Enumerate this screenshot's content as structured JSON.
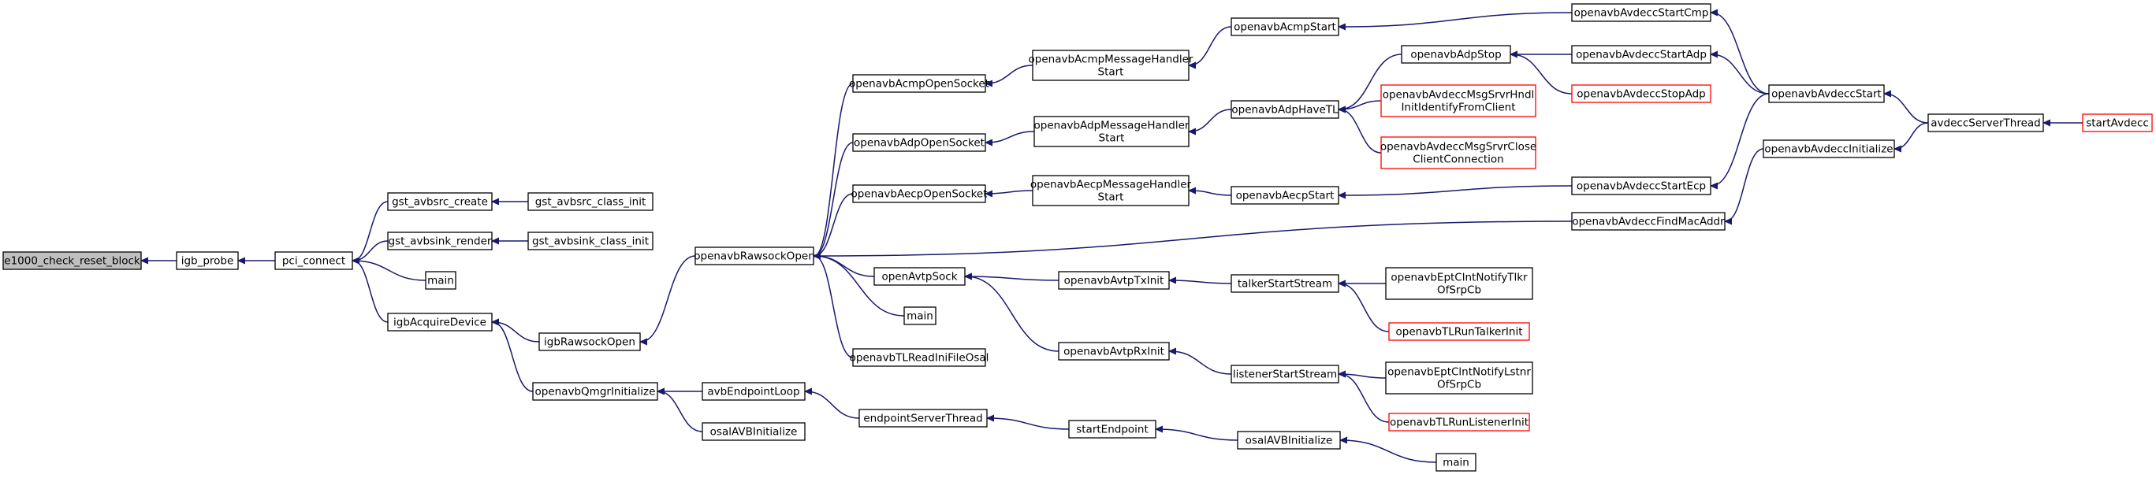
{
  "diagram": {
    "colors": {
      "edge": "#191970",
      "default_border": "#000000",
      "truncated_border": "#ff0000",
      "root_fill": "#bfbfbf"
    },
    "nodes": [
      {
        "id": "e1000_check_reset_block",
        "lines": [
          "e1000_check_reset_block"
        ],
        "style": "root"
      },
      {
        "id": "igb_probe",
        "lines": [
          "igb_probe"
        ]
      },
      {
        "id": "pci_connect",
        "lines": [
          "pci_connect"
        ]
      },
      {
        "id": "gst_avbsrc_create",
        "lines": [
          "gst_avbsrc_create"
        ]
      },
      {
        "id": "gst_avbsink_render",
        "lines": [
          "gst_avbsink_render"
        ]
      },
      {
        "id": "main_1",
        "lines": [
          "main"
        ]
      },
      {
        "id": "igbAcquireDevice",
        "lines": [
          "igbAcquireDevice"
        ]
      },
      {
        "id": "gst_avbsrc_class_init",
        "lines": [
          "gst_avbsrc_class_init"
        ]
      },
      {
        "id": "gst_avbsink_class_init",
        "lines": [
          "gst_avbsink_class_init"
        ]
      },
      {
        "id": "igbRawsockOpen",
        "lines": [
          "igbRawsockOpen"
        ]
      },
      {
        "id": "openavbQmgrInitialize",
        "lines": [
          "openavbQmgrInitialize"
        ]
      },
      {
        "id": "openavbRawsockOpen",
        "lines": [
          "openavbRawsockOpen"
        ]
      },
      {
        "id": "avbEndpointLoop",
        "lines": [
          "avbEndpointLoop"
        ]
      },
      {
        "id": "osalAVBInitialize_1",
        "lines": [
          "osalAVBInitialize"
        ]
      },
      {
        "id": "openavbAcmpOpenSocket",
        "lines": [
          "openavbAcmpOpenSocket"
        ]
      },
      {
        "id": "openavbAdpOpenSocket",
        "lines": [
          "openavbAdpOpenSocket"
        ]
      },
      {
        "id": "openavbAecpOpenSocket",
        "lines": [
          "openavbAecpOpenSocket"
        ]
      },
      {
        "id": "openAvtpSock",
        "lines": [
          "openAvtpSock"
        ]
      },
      {
        "id": "main_2",
        "lines": [
          "main"
        ]
      },
      {
        "id": "openavbTLReadIniFileOsal",
        "lines": [
          "openavbTLReadIniFileOsal"
        ]
      },
      {
        "id": "endpointServerThread",
        "lines": [
          "endpointServerThread"
        ]
      },
      {
        "id": "openavbAcmpMessageHandlerStart",
        "lines": [
          "openavbAcmpMessageHandler",
          "Start"
        ]
      },
      {
        "id": "openavbAdpMessageHandlerStart",
        "lines": [
          "openavbAdpMessageHandler",
          "Start"
        ]
      },
      {
        "id": "openavbAecpMessageHandlerStart",
        "lines": [
          "openavbAecpMessageHandler",
          "Start"
        ]
      },
      {
        "id": "openavbAvtpTxInit",
        "lines": [
          "openavbAvtpTxInit"
        ]
      },
      {
        "id": "openavbAvtpRxInit",
        "lines": [
          "openavbAvtpRxInit"
        ]
      },
      {
        "id": "startEndpoint",
        "lines": [
          "startEndpoint"
        ]
      },
      {
        "id": "openavbAcmpStart",
        "lines": [
          "openavbAcmpStart"
        ]
      },
      {
        "id": "openavbAdpHaveTL",
        "lines": [
          "openavbAdpHaveTL"
        ]
      },
      {
        "id": "openavbAecpStart",
        "lines": [
          "openavbAecpStart"
        ]
      },
      {
        "id": "talkerStartStream",
        "lines": [
          "talkerStartStream"
        ]
      },
      {
        "id": "listenerStartStream",
        "lines": [
          "listenerStartStream"
        ]
      },
      {
        "id": "osalAVBInitialize_2",
        "lines": [
          "osalAVBInitialize"
        ]
      },
      {
        "id": "openavbAdpStop",
        "lines": [
          "openavbAdpStop"
        ]
      },
      {
        "id": "openavbAvdeccMsgSrvrHndlInitIdentifyFromClient",
        "lines": [
          "openavbAvdeccMsgSrvrHndl",
          "InitIdentifyFromClient"
        ],
        "style": "red"
      },
      {
        "id": "openavbAvdeccMsgSrvrCloseClientConnection",
        "lines": [
          "openavbAvdeccMsgSrvrClose",
          "ClientConnection"
        ],
        "style": "red"
      },
      {
        "id": "openavbEptClntNotifyTlkrOfSrpCb",
        "lines": [
          "openavbEptClntNotifyTlkr",
          "OfSrpCb"
        ]
      },
      {
        "id": "openavbTLRunTalkerInit",
        "lines": [
          "openavbTLRunTalkerInit"
        ],
        "style": "red"
      },
      {
        "id": "openavbEptClntNotifyLstnrOfSrpCb",
        "lines": [
          "openavbEptClntNotifyLstnr",
          "OfSrpCb"
        ]
      },
      {
        "id": "openavbTLRunListenerInit",
        "lines": [
          "openavbTLRunListenerInit"
        ],
        "style": "red"
      },
      {
        "id": "main_3",
        "lines": [
          "main"
        ]
      },
      {
        "id": "openavbAvdeccStartCmp",
        "lines": [
          "openavbAvdeccStartCmp"
        ]
      },
      {
        "id": "openavbAvdeccStartAdp",
        "lines": [
          "openavbAvdeccStartAdp"
        ]
      },
      {
        "id": "openavbAvdeccStopAdp",
        "lines": [
          "openavbAvdeccStopAdp"
        ],
        "style": "red"
      },
      {
        "id": "openavbAvdeccStartEcp",
        "lines": [
          "openavbAvdeccStartEcp"
        ]
      },
      {
        "id": "openavbAvdeccFindMacAddr",
        "lines": [
          "openavbAvdeccFindMacAddr"
        ]
      },
      {
        "id": "openavbAvdeccStart",
        "lines": [
          "openavbAvdeccStart"
        ]
      },
      {
        "id": "openavbAvdeccInitialize",
        "lines": [
          "openavbAvdeccInitialize"
        ]
      },
      {
        "id": "avdeccServerThread",
        "lines": [
          "avdeccServerThread"
        ]
      },
      {
        "id": "startAvdecc",
        "lines": [
          "startAvdecc"
        ],
        "style": "red"
      }
    ],
    "edges": [
      [
        "e1000_check_reset_block",
        "igb_probe"
      ],
      [
        "igb_probe",
        "pci_connect"
      ],
      [
        "pci_connect",
        "gst_avbsrc_create"
      ],
      [
        "pci_connect",
        "gst_avbsink_render"
      ],
      [
        "pci_connect",
        "main_1"
      ],
      [
        "pci_connect",
        "igbAcquireDevice"
      ],
      [
        "gst_avbsrc_create",
        "gst_avbsrc_class_init"
      ],
      [
        "gst_avbsink_render",
        "gst_avbsink_class_init"
      ],
      [
        "igbAcquireDevice",
        "igbRawsockOpen"
      ],
      [
        "igbAcquireDevice",
        "openavbQmgrInitialize"
      ],
      [
        "igbRawsockOpen",
        "openavbRawsockOpen"
      ],
      [
        "openavbQmgrInitialize",
        "avbEndpointLoop"
      ],
      [
        "openavbQmgrInitialize",
        "osalAVBInitialize_1"
      ],
      [
        "openavbRawsockOpen",
        "openavbAcmpOpenSocket"
      ],
      [
        "openavbRawsockOpen",
        "openavbAdpOpenSocket"
      ],
      [
        "openavbRawsockOpen",
        "openavbAecpOpenSocket"
      ],
      [
        "openavbRawsockOpen",
        "openavbAvdeccFindMacAddr"
      ],
      [
        "openavbRawsockOpen",
        "openAvtpSock"
      ],
      [
        "openavbRawsockOpen",
        "main_2"
      ],
      [
        "openavbRawsockOpen",
        "openavbTLReadIniFileOsal"
      ],
      [
        "avbEndpointLoop",
        "endpointServerThread"
      ],
      [
        "openavbAcmpOpenSocket",
        "openavbAcmpMessageHandlerStart"
      ],
      [
        "openavbAdpOpenSocket",
        "openavbAdpMessageHandlerStart"
      ],
      [
        "openavbAecpOpenSocket",
        "openavbAecpMessageHandlerStart"
      ],
      [
        "openAvtpSock",
        "openavbAvtpTxInit"
      ],
      [
        "openAvtpSock",
        "openavbAvtpRxInit"
      ],
      [
        "endpointServerThread",
        "startEndpoint"
      ],
      [
        "openavbAcmpMessageHandlerStart",
        "openavbAcmpStart"
      ],
      [
        "openavbAdpMessageHandlerStart",
        "openavbAdpHaveTL"
      ],
      [
        "openavbAecpMessageHandlerStart",
        "openavbAecpStart"
      ],
      [
        "openavbAvtpTxInit",
        "talkerStartStream"
      ],
      [
        "openavbAvtpRxInit",
        "listenerStartStream"
      ],
      [
        "startEndpoint",
        "osalAVBInitialize_2"
      ],
      [
        "openavbAcmpStart",
        "openavbAvdeccStartCmp"
      ],
      [
        "openavbAdpHaveTL",
        "openavbAdpStop"
      ],
      [
        "openavbAdpHaveTL",
        "openavbAvdeccMsgSrvrHndlInitIdentifyFromClient"
      ],
      [
        "openavbAdpHaveTL",
        "openavbAvdeccMsgSrvrCloseClientConnection"
      ],
      [
        "openavbAecpStart",
        "openavbAvdeccStartEcp"
      ],
      [
        "talkerStartStream",
        "openavbEptClntNotifyTlkrOfSrpCb"
      ],
      [
        "talkerStartStream",
        "openavbTLRunTalkerInit"
      ],
      [
        "listenerStartStream",
        "openavbEptClntNotifyLstnrOfSrpCb"
      ],
      [
        "listenerStartStream",
        "openavbTLRunListenerInit"
      ],
      [
        "osalAVBInitialize_2",
        "main_3"
      ],
      [
        "openavbAdpStop",
        "openavbAvdeccStartAdp"
      ],
      [
        "openavbAdpStop",
        "openavbAvdeccStopAdp"
      ],
      [
        "openavbAvdeccStartCmp",
        "openavbAvdeccStart"
      ],
      [
        "openavbAvdeccStartAdp",
        "openavbAvdeccStart"
      ],
      [
        "openavbAvdeccStartEcp",
        "openavbAvdeccStart"
      ],
      [
        "openavbAvdeccFindMacAddr",
        "openavbAvdeccInitialize"
      ],
      [
        "openavbAvdeccStart",
        "avdeccServerThread"
      ],
      [
        "openavbAvdeccInitialize",
        "avdeccServerThread"
      ],
      [
        "avdeccServerThread",
        "startAvdecc"
      ]
    ]
  }
}
